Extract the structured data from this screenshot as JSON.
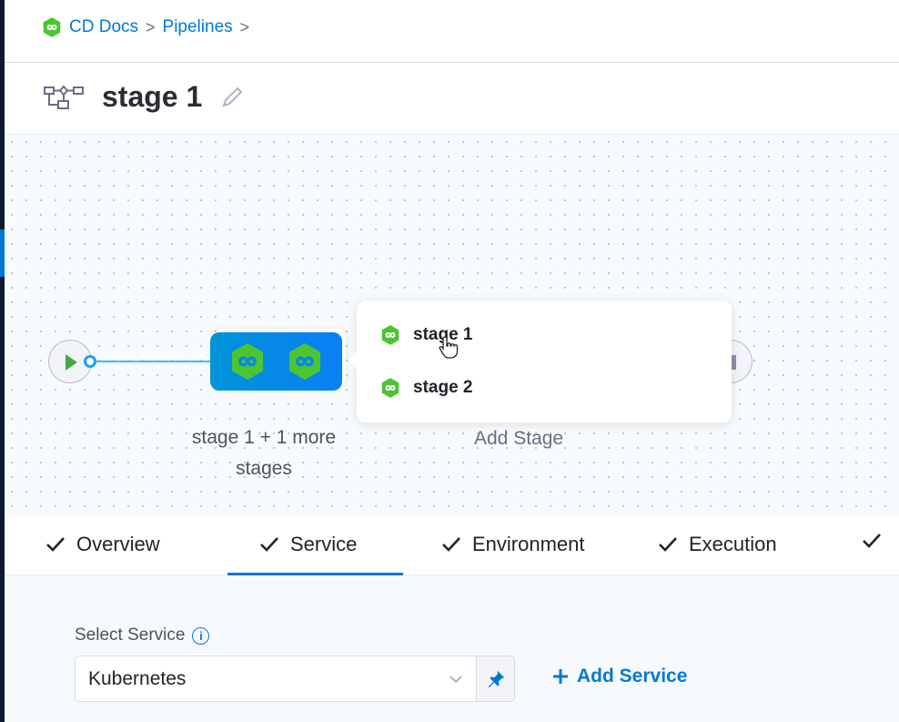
{
  "breadcrumb": {
    "items": [
      "CD Docs",
      "Pipelines"
    ],
    "separator": ">"
  },
  "header": {
    "title": "stage 1"
  },
  "canvas": {
    "group_label": "stage 1 + 1 more stages",
    "add_stage": "Add Stage",
    "popover": {
      "items": [
        "stage 1",
        "stage 2"
      ]
    }
  },
  "tabs": {
    "items": [
      "Overview",
      "Service",
      "Environment",
      "Execution"
    ],
    "active": "Service"
  },
  "service": {
    "label": "Select Service",
    "selected": "Kubernetes",
    "add_label": "Add Service"
  },
  "colors": {
    "accent": "#0278d5",
    "cd_green": "#4cd137",
    "group_blue": "#0a7ff5"
  }
}
